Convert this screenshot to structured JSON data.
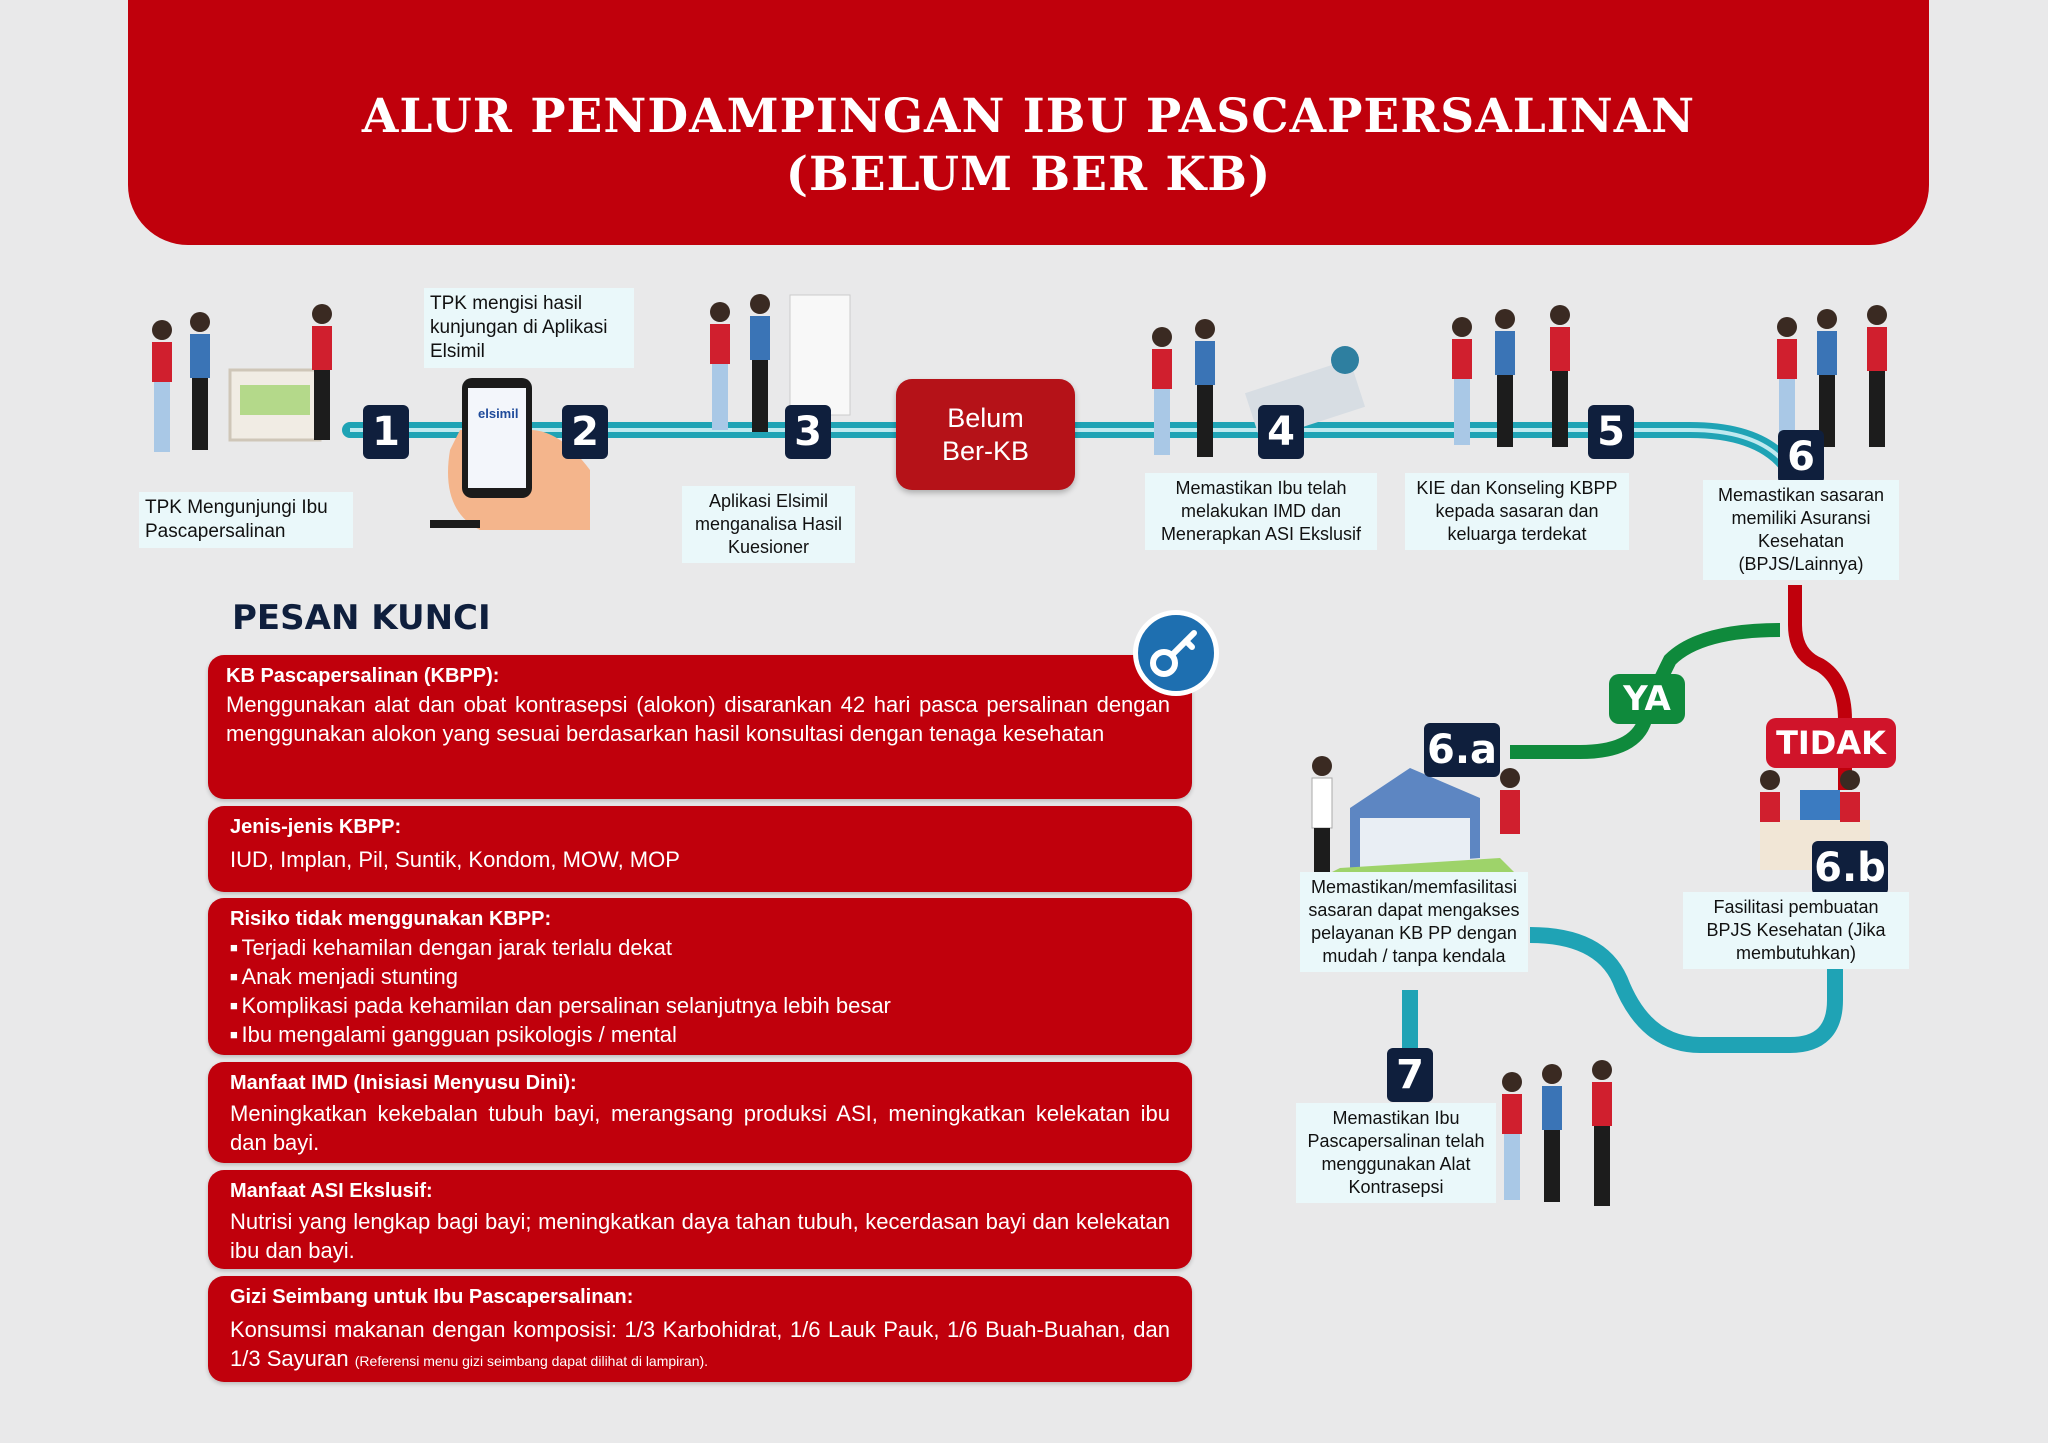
{
  "title": {
    "line1": "ALUR PENDAMPINGAN IBU PASCAPERSALINAN",
    "line2": "(BELUM BER KB)"
  },
  "colors": {
    "brand_red": "#c0000c",
    "navy": "#0f1f3d",
    "teal": "#1fa3b5",
    "green": "#0f8a3c",
    "caption_bg": "#eaf8fa"
  },
  "steps": [
    {
      "number": "1",
      "caption": "TPK Mengunjungi Ibu Pascapersalinan"
    },
    {
      "number": "2",
      "caption": "TPK mengisi hasil kunjungan di Aplikasi Elsimil"
    },
    {
      "number": "3",
      "caption": "Aplikasi Elsimil menganalisa Hasil Kuesioner"
    },
    {
      "number": "4",
      "caption": "Memastikan Ibu telah melakukan IMD dan Menerapkan ASI Ekslusif"
    },
    {
      "number": "5",
      "caption": "KIE dan Konseling KBPP kepada sasaran dan keluarga terdekat"
    },
    {
      "number": "6",
      "caption": "Memastikan sasaran memiliki Asuransi Kesehatan (BPJS/Lainnya)"
    },
    {
      "number": "6.a",
      "caption": "Memastikan/memfasilitasi sasaran dapat mengakses pelayanan KB PP dengan mudah / tanpa kendala"
    },
    {
      "number": "6.b",
      "caption": "Fasilitasi pembuatan BPJS Kesehatan (Jika membutuhkan)"
    },
    {
      "number": "7",
      "caption": "Memastikan Ibu Pascapersalinan telah menggunakan Alat Kontrasepsi"
    }
  ],
  "phone_app_label": "elsimil",
  "belum_box": {
    "line1": "Belum",
    "line2": "Ber-KB"
  },
  "branch": {
    "yes": "YA",
    "no": "TIDAK"
  },
  "pesan_kunci": {
    "title": "PESAN KUNCI",
    "cards": [
      {
        "heading": "KB Pascapersalinan (KBPP):",
        "text": "Menggunakan alat dan obat kontrasepsi (alokon) disarankan 42 hari pasca persalinan dengan menggunakan alokon yang sesuai berdasarkan hasil konsultasi dengan tenaga kesehatan"
      },
      {
        "heading": "Jenis-jenis KBPP:",
        "text": "IUD, Implan, Pil, Suntik, Kondom, MOW, MOP"
      },
      {
        "heading": "Risiko tidak menggunakan KBPP:",
        "items": [
          "Terjadi kehamilan dengan jarak terlalu dekat",
          "Anak menjadi stunting",
          "Komplikasi pada kehamilan dan persalinan selanjutnya lebih besar",
          "Ibu mengalami gangguan psikologis / mental"
        ]
      },
      {
        "heading": "Manfaat IMD (Inisiasi Menyusu Dini):",
        "text": "Meningkatkan kekebalan tubuh bayi, merangsang produksi ASI, meningkatkan kelekatan ibu dan bayi."
      },
      {
        "heading": "Manfaat ASI Ekslusif:",
        "text": "Nutrisi yang lengkap bagi bayi; meningkatkan daya tahan tubuh, kecerdasan bayi dan kelekatan ibu dan bayi."
      },
      {
        "heading": "Gizi Seimbang untuk Ibu Pascapersalinan:",
        "text": "Konsumsi makanan dengan komposisi: 1/3 Karbohidrat, 1/6 Lauk Pauk, 1/6 Buah-Buahan, dan 1/3 Sayuran",
        "note": "(Referensi menu gizi seimbang dapat dilihat di lampiran)."
      }
    ]
  }
}
